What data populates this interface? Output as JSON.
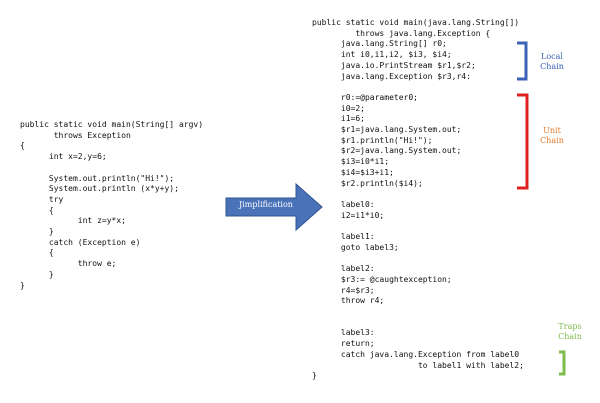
{
  "left_code": [
    "public static void main(String[] argv)",
    "       throws Exception",
    "{",
    "      int x=2,y=6;",
    "",
    "      System.out.println(\"Hi!\");",
    "      System.out.println (x*y+y);",
    "      try",
    "      {",
    "            int z=y*x;",
    "      }",
    "      catch (Exception e)",
    "      {",
    "            throw e;",
    "      }",
    "}"
  ],
  "right_code": [
    "public static void main(java.lang.String[])",
    "         throws java.lang.Exception {",
    "      java.lang.String[] r0;",
    "      int i0,i1,i2, $i3, $i4;",
    "      java.io.PrintStream $r1,$r2;",
    "      java.lang.Exception $r3,r4:",
    "",
    "      r0:=@parameter0;",
    "      i0=2;",
    "      i1=6;",
    "      $r1=java.lang.System.out;",
    "      $r1.println(\"Hi!\");",
    "      $r2=java.lang.System.out;",
    "      $i3=i0*i1;",
    "      $i4=$i3+i1;",
    "      $r2.println($i4);",
    "",
    "      label0:",
    "      i2=i1*i0;",
    "",
    "      label1:",
    "      goto label3;",
    "",
    "      label2:",
    "      $r3:= @caughtexception;",
    "      r4=$r3;",
    "      throw r4;",
    "",
    "",
    "      label3:",
    "      return;",
    "      catch java.lang.Exception from label0",
    "                      to label1 with label2;",
    "}"
  ],
  "arrow": {
    "label": "Jimplification",
    "color": "#4a72b8"
  },
  "chains": [
    {
      "id": "local",
      "lines": [
        "Local",
        "Chain"
      ],
      "color": "#3b62b4"
    },
    {
      "id": "unit",
      "lines": [
        "Unit",
        "Chain"
      ],
      "color": "#e07b2c",
      "bracket_color": "#e02020"
    },
    {
      "id": "traps",
      "lines": [
        "Traps",
        "Chain"
      ],
      "color": "#7dbb4a"
    }
  ]
}
